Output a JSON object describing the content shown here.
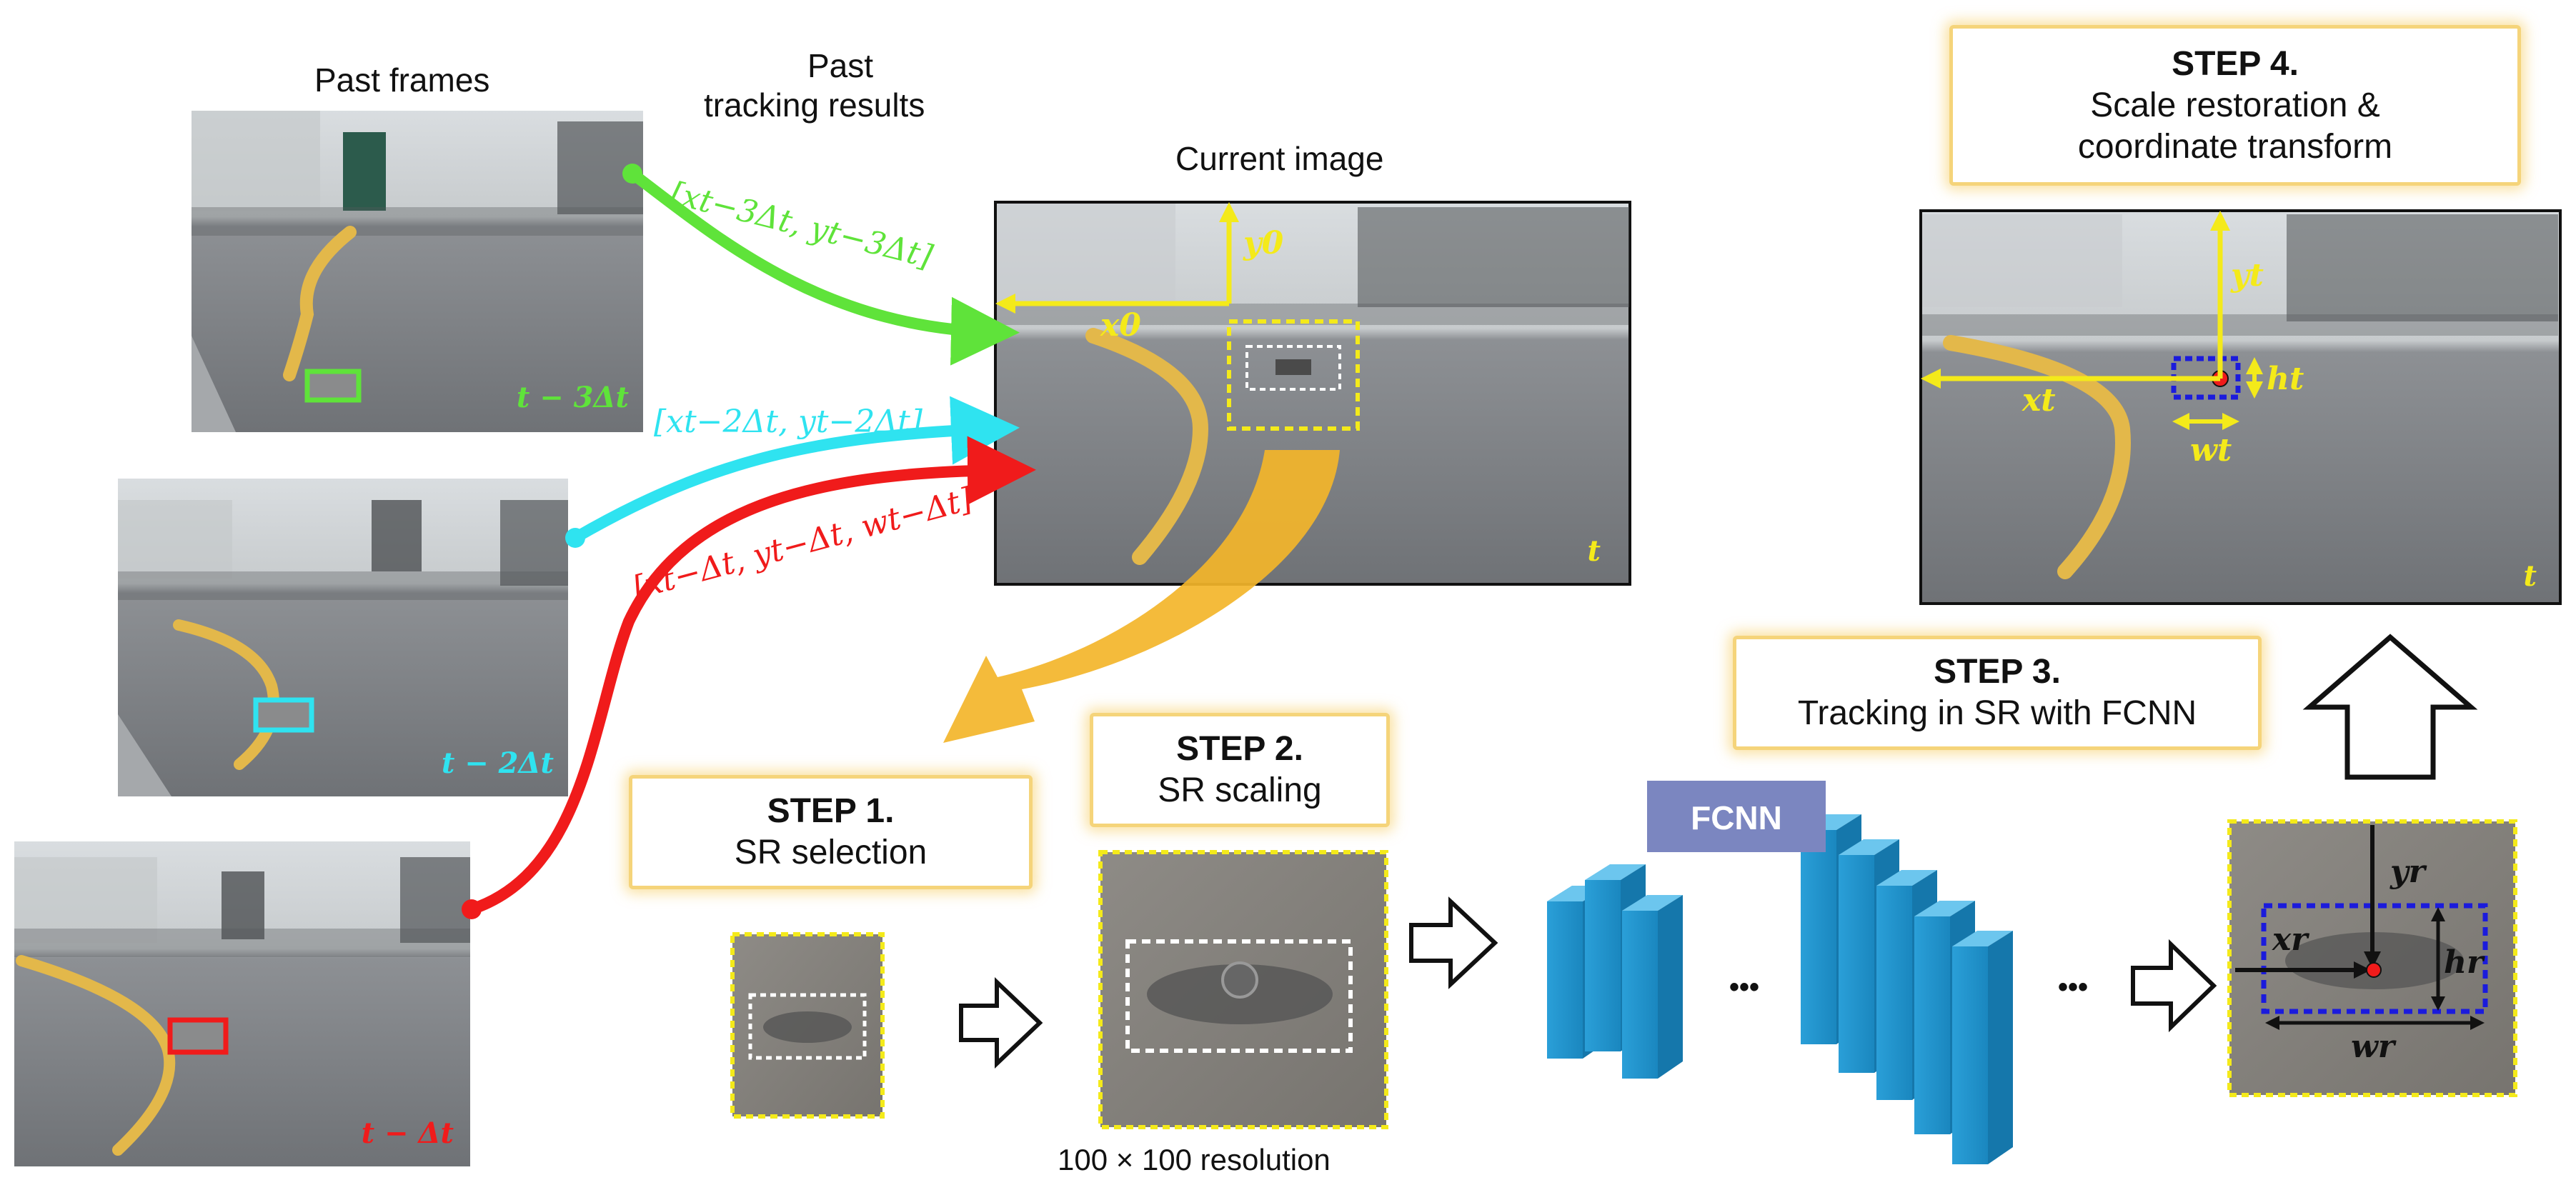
{
  "labels": {
    "past_frames": "Past frames",
    "past_tracking_1": "Past",
    "past_tracking_2": "tracking results",
    "current_image": "Current image",
    "resolution": "100 × 100 resolution",
    "fcnn": "FCNN",
    "ellipsis_1": "•••",
    "ellipsis_2": "•••"
  },
  "frame_labels": {
    "f1": "t − 3Δt",
    "f2": "t − 2Δt",
    "f3": "t − Δt",
    "current": "t",
    "result": "t"
  },
  "coords": {
    "c1": "[xt−3Δt, yt−3Δt]",
    "c2": "[xt−2Δt, yt−2Δt]",
    "c3": "[xt−Δt, yt−Δt, wt−Δt]"
  },
  "symbols": {
    "x0": "x0",
    "y0": "y0",
    "xt": "xt",
    "yt": "yt",
    "ht": "ht",
    "wt": "wt",
    "xr": "xr",
    "yr": "yr",
    "hr": "hr",
    "wr": "wr"
  },
  "steps": {
    "s1_title": "STEP 1.",
    "s1_text": "SR selection",
    "s2_title": "STEP 2.",
    "s2_text": "SR scaling",
    "s3_title": "STEP 3.",
    "s3_text": "Tracking in SR with FCNN",
    "s4_title": "STEP 4.",
    "s4_text1": "Scale restoration &",
    "s4_text2": "coordinate transform"
  },
  "colors": {
    "green": "#5fe33a",
    "cyan": "#2fe3f0",
    "red": "#f01b1b",
    "yellow": "#f4ea1a",
    "orange": "#f3b52a",
    "blue": "#1b1bdc",
    "cnn": "#1f9fd6",
    "fcnn_box": "#7b86c0"
  }
}
